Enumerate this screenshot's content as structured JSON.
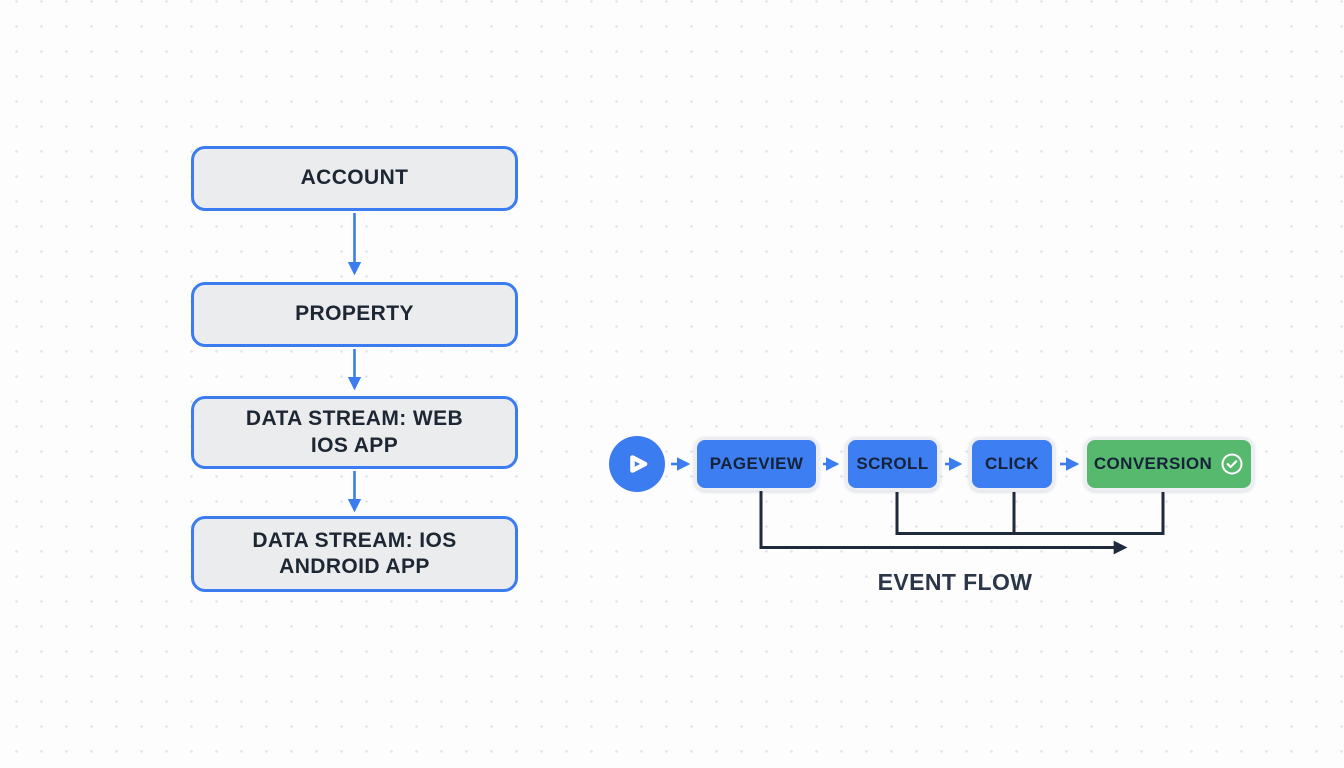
{
  "hierarchy": {
    "nodes": [
      {
        "lines": [
          "ACCOUNT"
        ]
      },
      {
        "lines": [
          "PROPERTY"
        ]
      },
      {
        "lines": [
          "DATA STREAM: WEB",
          "IOS APP"
        ]
      },
      {
        "lines": [
          "DATA STREAM: IOS",
          "ANDROID APP"
        ]
      }
    ]
  },
  "event_flow": {
    "caption": "EVENT FLOW",
    "steps": [
      {
        "label": "PAGEVIEW",
        "color": "#3d7ef2"
      },
      {
        "label": "SCROLL",
        "color": "#3d7ef2"
      },
      {
        "label": "CLICK",
        "color": "#3d7ef2"
      },
      {
        "label": "CONVERSION",
        "color": "#57b96e",
        "icon": "check-circle-icon"
      }
    ],
    "start_icon": "play-icon"
  },
  "colors": {
    "accent_blue": "#3b7cf0",
    "node_fill": "#ebecee",
    "node_border": "#3b7cf0",
    "event_blue": "#3d7ef2",
    "event_green": "#57b96e",
    "event_border_light": "#eceef1",
    "dark_line": "#1f2a3d",
    "text_dark": "#1d2733",
    "background_dot": "#e3e6eb"
  }
}
